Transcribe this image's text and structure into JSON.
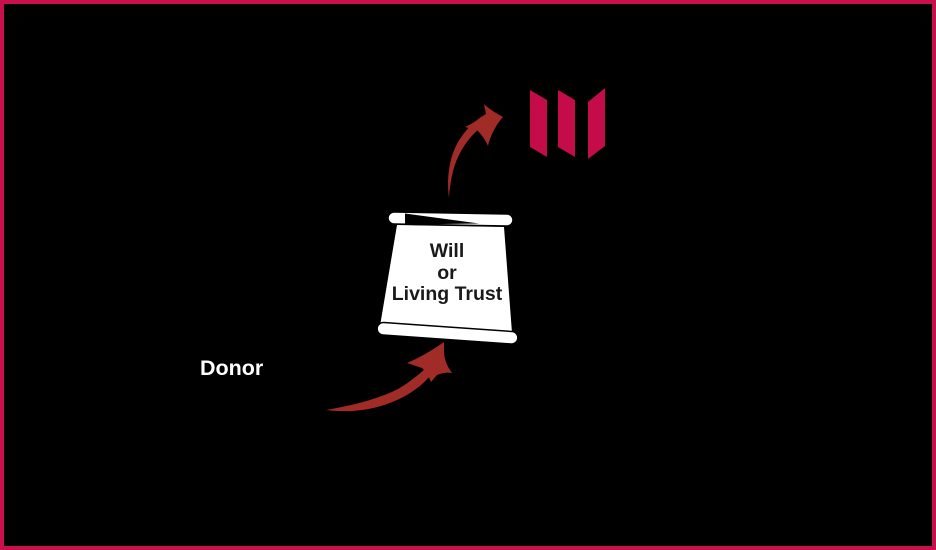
{
  "colors": {
    "background": "#000000",
    "border": "#C9104E",
    "logo": "#C30C49",
    "arrow": "#A12B27",
    "scroll_fill": "#FFFFFF",
    "scroll_outline": "#000000",
    "scroll_text": "#1A1A1A",
    "donor_text": "#FFFFFF"
  },
  "labels": {
    "donor": "Donor"
  },
  "scroll": {
    "line1": "Will",
    "line2": "or",
    "line3": "Living Trust"
  },
  "icons": {
    "charity_logo": "three-stripes-logo-icon",
    "scroll": "will-scroll-icon",
    "donor_arrow": "donor-to-will-curved-arrow-icon",
    "charity_arrow": "will-to-charity-curved-arrow-icon"
  }
}
